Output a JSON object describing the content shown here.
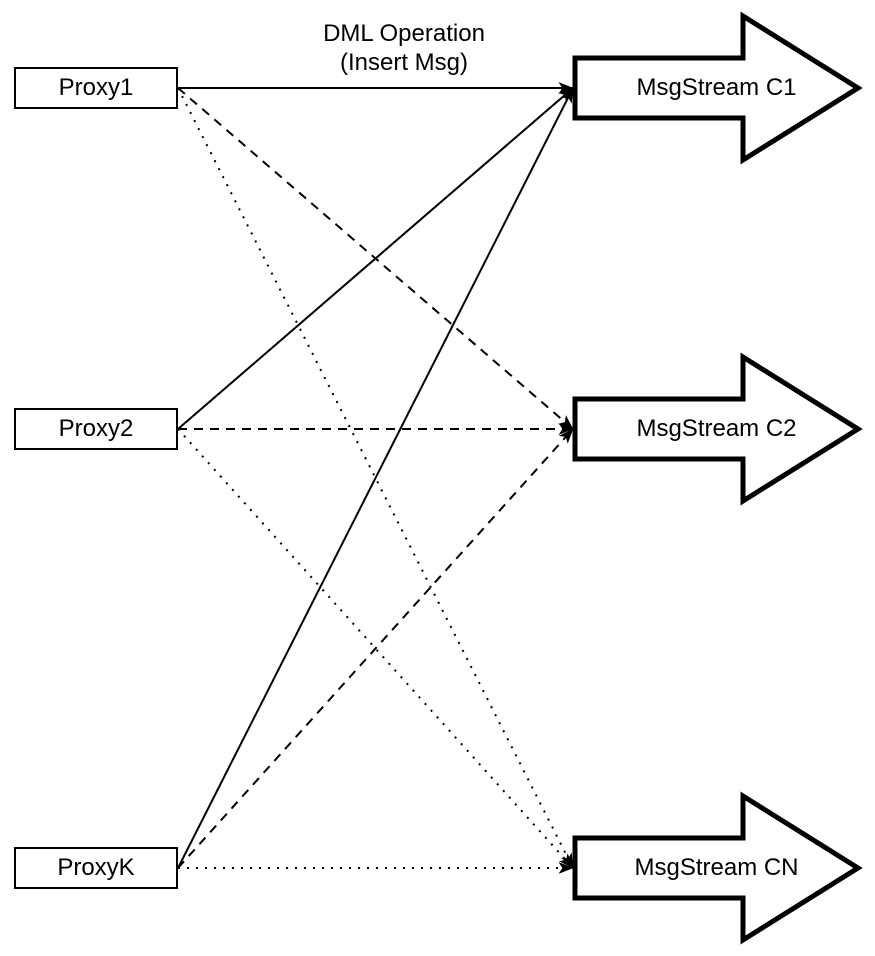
{
  "diagram": {
    "background_color": "#ffffff",
    "stroke_color": "#000000",
    "annotation": {
      "line1": "DML Operation",
      "line2": "(Insert Msg)"
    },
    "proxies": [
      {
        "id": "proxy1",
        "label": "Proxy1"
      },
      {
        "id": "proxy2",
        "label": "Proxy2"
      },
      {
        "id": "proxyk",
        "label": "ProxyK"
      }
    ],
    "streams": [
      {
        "id": "c1",
        "label": "MsgStream C1"
      },
      {
        "id": "c2",
        "label": "MsgStream C2"
      },
      {
        "id": "cn",
        "label": "MsgStream CN"
      }
    ],
    "connections": [
      {
        "from": "proxy1",
        "to": "c1",
        "style": "solid"
      },
      {
        "from": "proxy2",
        "to": "c1",
        "style": "solid"
      },
      {
        "from": "proxyk",
        "to": "c1",
        "style": "solid"
      },
      {
        "from": "proxy1",
        "to": "c2",
        "style": "dashed"
      },
      {
        "from": "proxy2",
        "to": "c2",
        "style": "dashed"
      },
      {
        "from": "proxyk",
        "to": "c2",
        "style": "dashed"
      },
      {
        "from": "proxy1",
        "to": "cn",
        "style": "dotted"
      },
      {
        "from": "proxy2",
        "to": "cn",
        "style": "dotted"
      },
      {
        "from": "proxyk",
        "to": "cn",
        "style": "dotted"
      }
    ]
  }
}
